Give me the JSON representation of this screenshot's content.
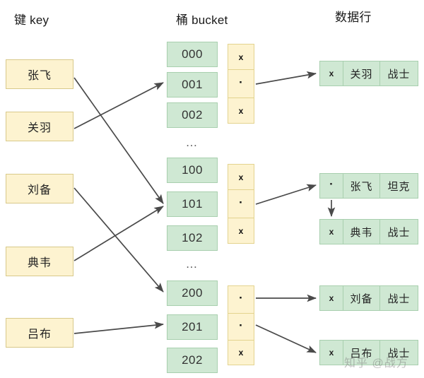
{
  "headers": {
    "key": "键 key",
    "bucket": "桶 bucket",
    "datarow": "数据行"
  },
  "ellipsis": "…",
  "keys": [
    {
      "label": "张飞",
      "target": "101"
    },
    {
      "label": "关羽",
      "target": "001"
    },
    {
      "label": "刘备",
      "target": "200"
    },
    {
      "label": "典韦",
      "target": "101"
    },
    {
      "label": "吕布",
      "target": "201"
    }
  ],
  "bucket_groups": [
    {
      "slots": [
        "000",
        "001",
        "002"
      ],
      "pointers": [
        "x",
        "·",
        "x"
      ]
    },
    {
      "slots": [
        "100",
        "101",
        "102"
      ],
      "pointers": [
        "x",
        "·",
        "x"
      ]
    },
    {
      "slots": [
        "200",
        "201",
        "202"
      ],
      "pointers": [
        "·",
        "·",
        "x"
      ]
    }
  ],
  "data_rows": [
    {
      "flag": "x",
      "name": "关羽",
      "role": "战士"
    },
    {
      "flag": "·",
      "name": "张飞",
      "role": "坦克"
    },
    {
      "flag": "x",
      "name": "典韦",
      "role": "战士"
    },
    {
      "flag": "x",
      "name": "刘备",
      "role": "战士"
    },
    {
      "flag": "x",
      "name": "吕布",
      "role": "战士"
    }
  ],
  "watermark": "知乎 @战方",
  "colors": {
    "key_fill": "#fdf3d0",
    "key_border": "#d8c98a",
    "bucket_fill": "#cfe8d3",
    "bucket_border": "#a8cfae",
    "arrow": "#4a4a4a",
    "background": "#ffffff"
  }
}
